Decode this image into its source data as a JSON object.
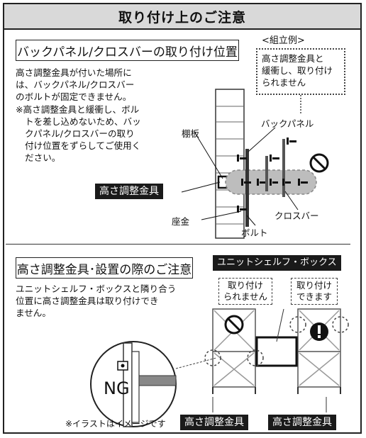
{
  "header": {
    "title": "取り付け上のご注意"
  },
  "section1": {
    "title": "バックパネル/クロスバーの取り付け位置",
    "example_label": "<組立例>",
    "example_note": [
      "高さ調整金具と",
      "緩衝し、取り付け",
      "られません"
    ],
    "body": [
      "高さ調整金具が付いた場所に",
      "は、バックパネル/クロスバー",
      "のボルトが固定できません。"
    ],
    "note": [
      "※高さ調整金具と緩衝し、ボル",
      "トを差し込めないため、バッ",
      "クパネル/クロスバーの取り",
      "付け位置をずらしてご使用く",
      "ださい。"
    ],
    "labels": {
      "back_panel": "バックパネル",
      "shelf": "棚板",
      "height_adjuster": "高さ調整金具",
      "crossbar": "クロスバー",
      "washer": "座金",
      "bolt": "ボルト"
    }
  },
  "section2": {
    "title": "高さ調整金具･設置の際のご注意",
    "body": [
      "ユニットシェルフ・ボックスと隣り合う",
      "位置に高さ調整金具は取り付けでき",
      "ません。"
    ],
    "unit_label": "ユニットシェルフ・ボックス",
    "cannot_label": [
      "取り付け",
      "られません"
    ],
    "can_label": [
      "取り付け",
      "できます"
    ],
    "ng_label": "NG",
    "illustration_note": "※イラストはイメージです",
    "bottom_label_1": "高さ調整金具",
    "bottom_label_2": "高さ調整金具"
  }
}
